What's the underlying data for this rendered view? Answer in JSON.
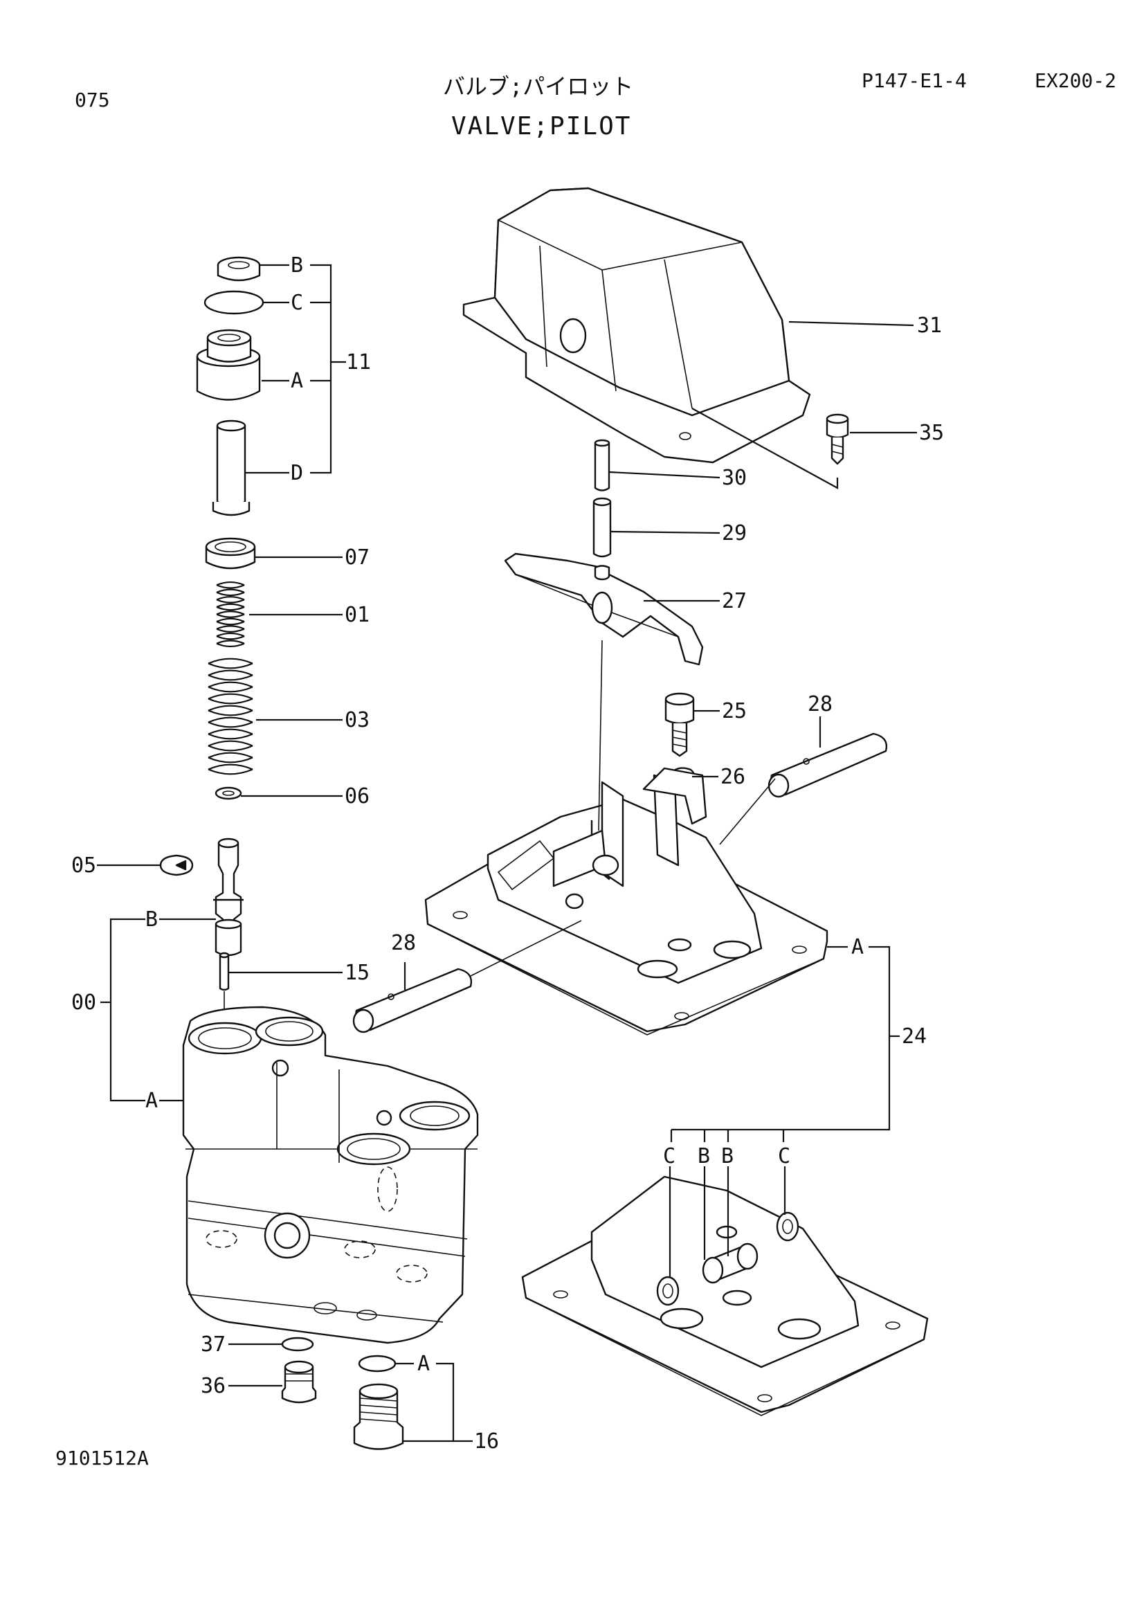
{
  "header": {
    "page_number": "075",
    "title_jp": "バルブ;パイロット",
    "title_en": "VALVE;PILOT",
    "part_code": "P147-E1-4",
    "model": "EX200-2"
  },
  "footer": {
    "drawing_number": "9101512A"
  },
  "labels": {
    "p11": "11",
    "p11_B": "B",
    "p11_C": "C",
    "p11_A": "A",
    "p11_D": "D",
    "p07": "07",
    "p01": "01",
    "p03": "03",
    "p06": "06",
    "p05": "05",
    "p00": "00",
    "p00_B": "B",
    "p00_A": "A",
    "p15": "15",
    "p37": "37",
    "p36": "36",
    "p16": "16",
    "p16_A": "A",
    "p31": "31",
    "p35": "35",
    "p30": "30",
    "p29": "29",
    "p27": "27",
    "p25": "25",
    "p26": "26",
    "p28a": "28",
    "p28b": "28",
    "p24": "24",
    "p24_A": "A",
    "p24_C1": "C",
    "p24_B1": "B",
    "p24_B2": "B",
    "p24_C2": "C"
  }
}
